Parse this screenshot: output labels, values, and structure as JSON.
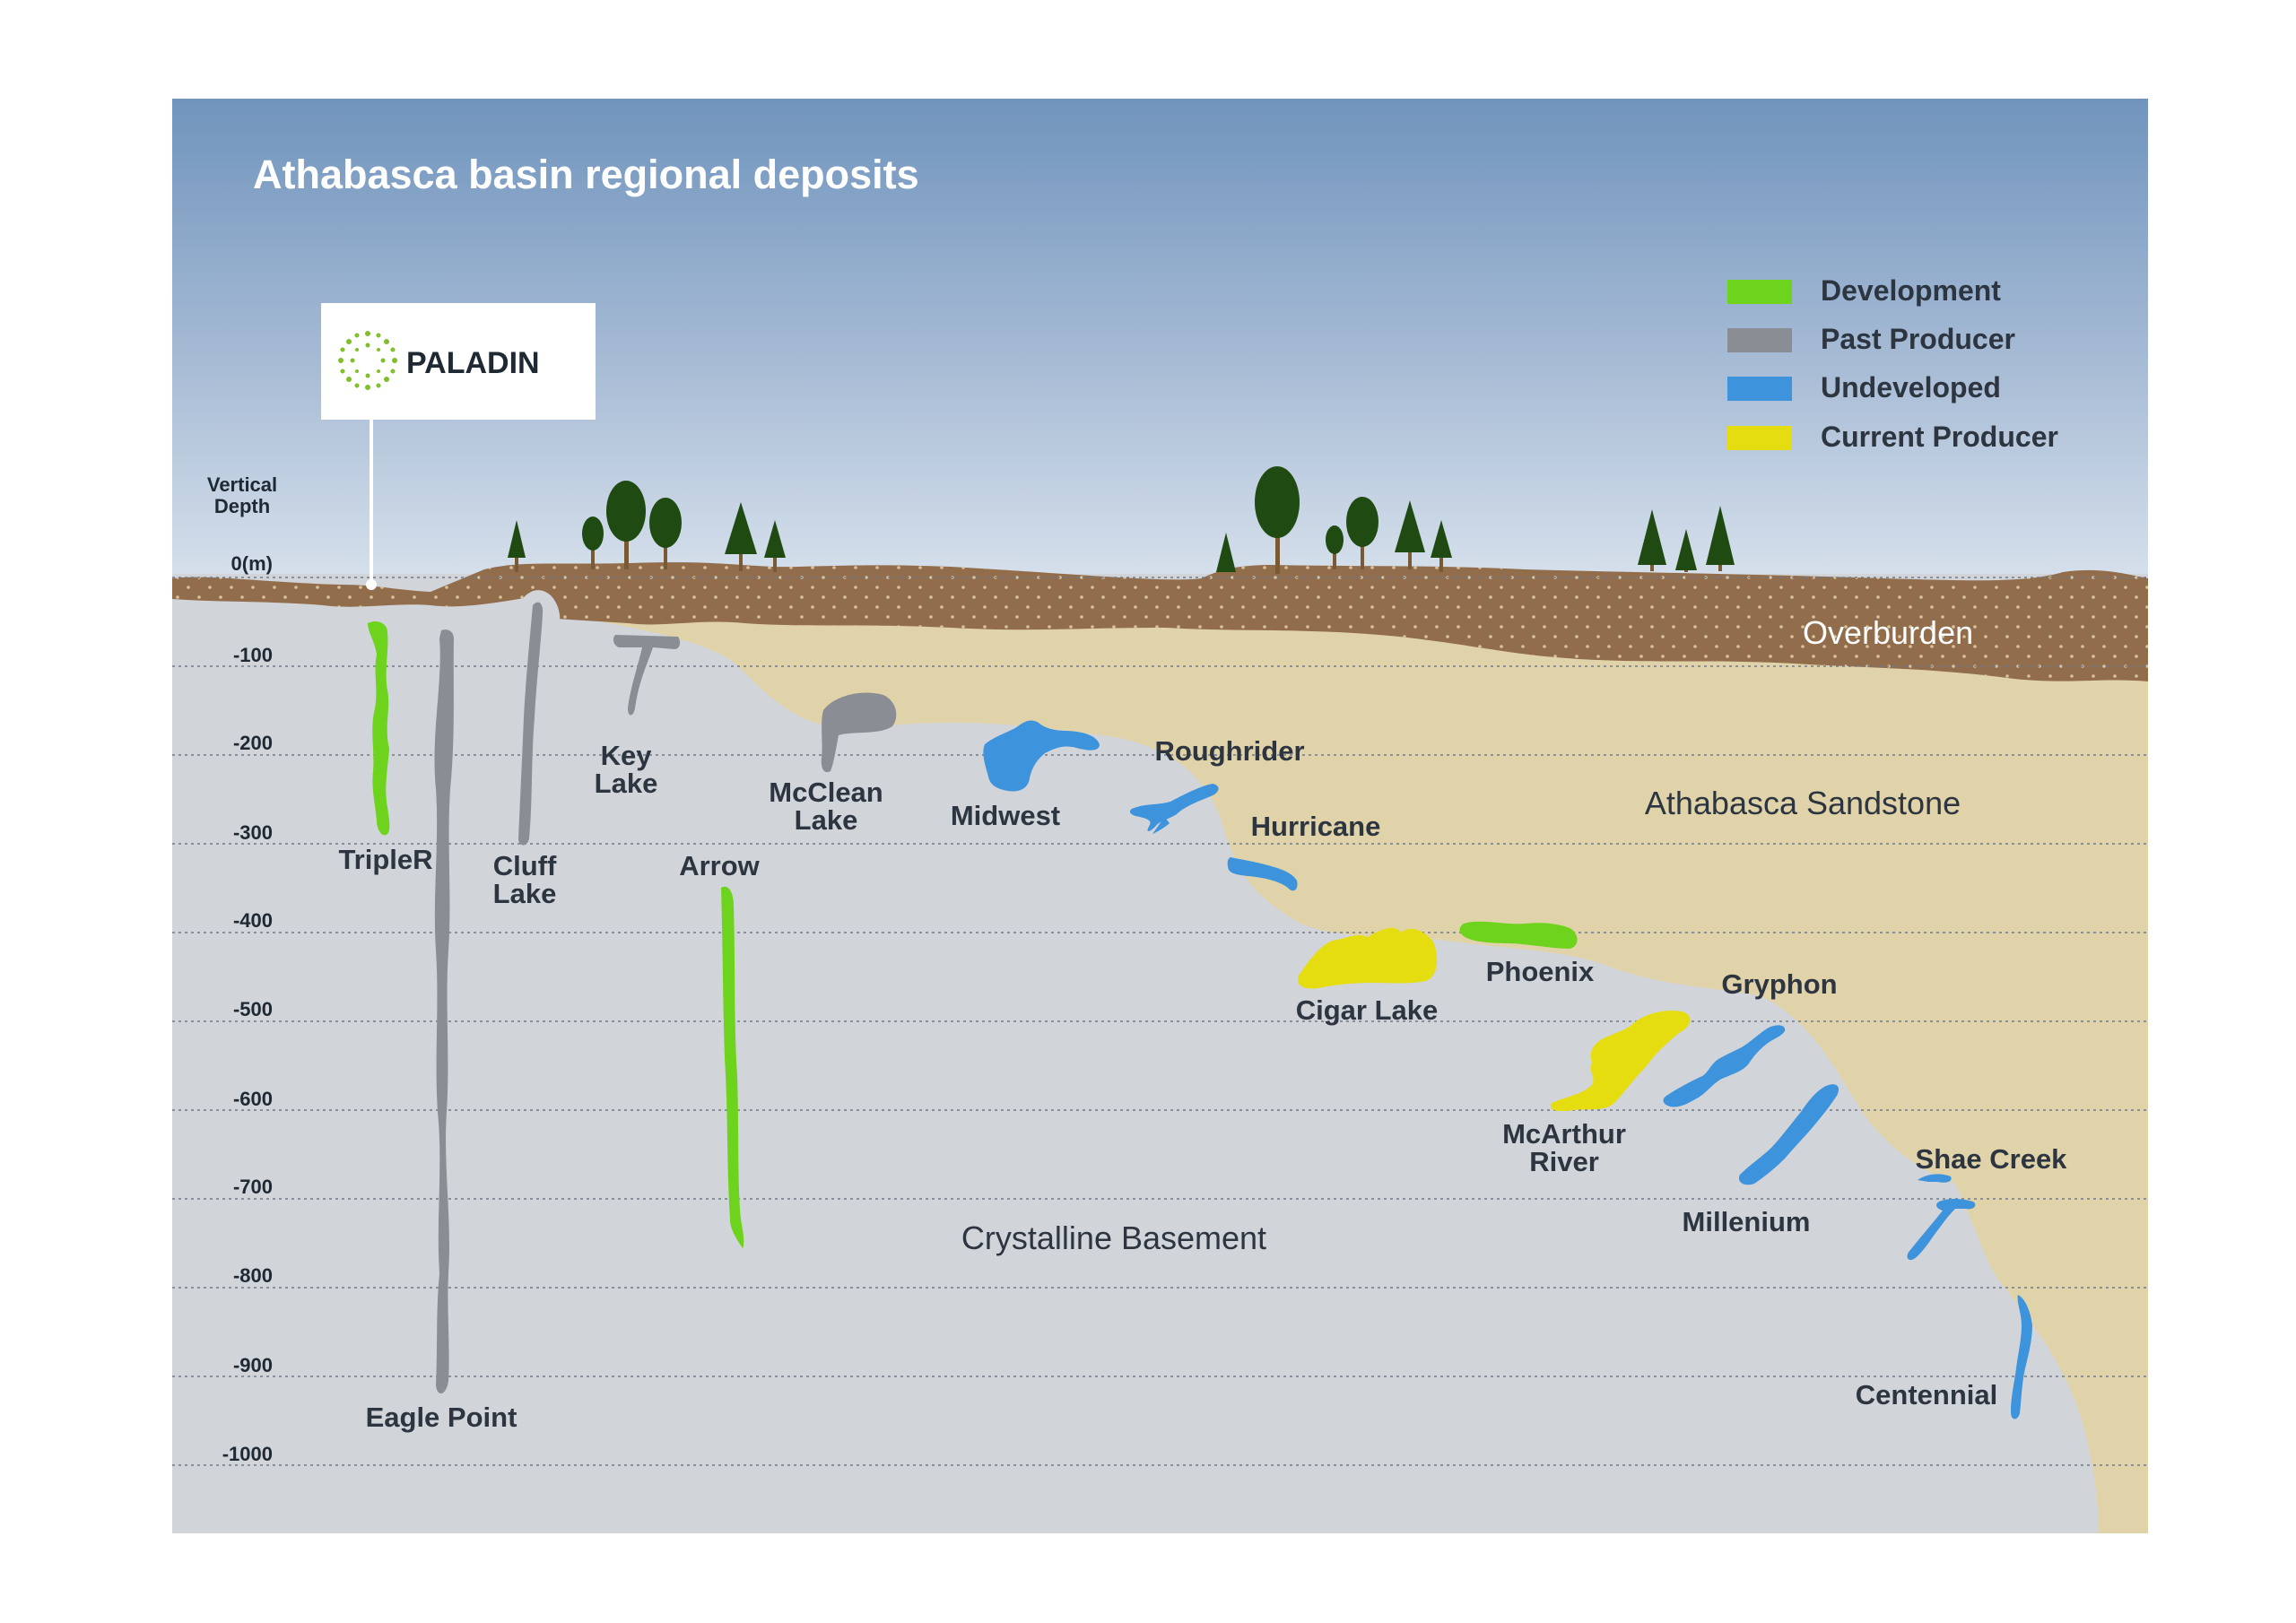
{
  "title": "Athabasca basin regional deposits",
  "brand": {
    "name": "PALADIN"
  },
  "depth_axis": {
    "title_line1": "Vertical",
    "title_line2": "Depth",
    "ticks": [
      "0(m)",
      "-100",
      "-200",
      "-300",
      "-400",
      "-500",
      "-600",
      "-700",
      "-800",
      "-900",
      "-1000"
    ]
  },
  "legend": [
    {
      "label": "Development",
      "color": "#6dd31c"
    },
    {
      "label": "Past Producer",
      "color": "#8a8d94"
    },
    {
      "label": "Undeveloped",
      "color": "#3d93dc"
    },
    {
      "label": "Current Producer",
      "color": "#e6dd10"
    }
  ],
  "layers": {
    "overburden": "Overburden",
    "sandstone": "Athabasca Sandstone",
    "basement": "Crystalline Basement"
  },
  "deposits": [
    {
      "name": "TripleR",
      "status": "Development"
    },
    {
      "name": "Eagle Point",
      "status": "Past Producer"
    },
    {
      "name": "Cluff Lake",
      "line1": "Cluff",
      "line2": "Lake",
      "status": "Past Producer"
    },
    {
      "name": "Key Lake",
      "line1": "Key",
      "line2": "Lake",
      "status": "Past Producer"
    },
    {
      "name": "Arrow",
      "status": "Development"
    },
    {
      "name": "McClean Lake",
      "line1": "McClean",
      "line2": "Lake",
      "status": "Past Producer"
    },
    {
      "name": "Midwest",
      "status": "Undeveloped"
    },
    {
      "name": "Roughrider",
      "status": "Undeveloped"
    },
    {
      "name": "Hurricane",
      "status": "Undeveloped"
    },
    {
      "name": "Cigar Lake",
      "status": "Current Producer"
    },
    {
      "name": "Phoenix",
      "status": "Development"
    },
    {
      "name": "Gryphon",
      "status": "Undeveloped"
    },
    {
      "name": "McArthur River",
      "line1": "McArthur",
      "line2": "River",
      "status": "Current Producer"
    },
    {
      "name": "Millenium",
      "status": "Undeveloped"
    },
    {
      "name": "Shae Creek",
      "status": "Undeveloped"
    },
    {
      "name": "Centennial",
      "status": "Undeveloped"
    }
  ]
}
